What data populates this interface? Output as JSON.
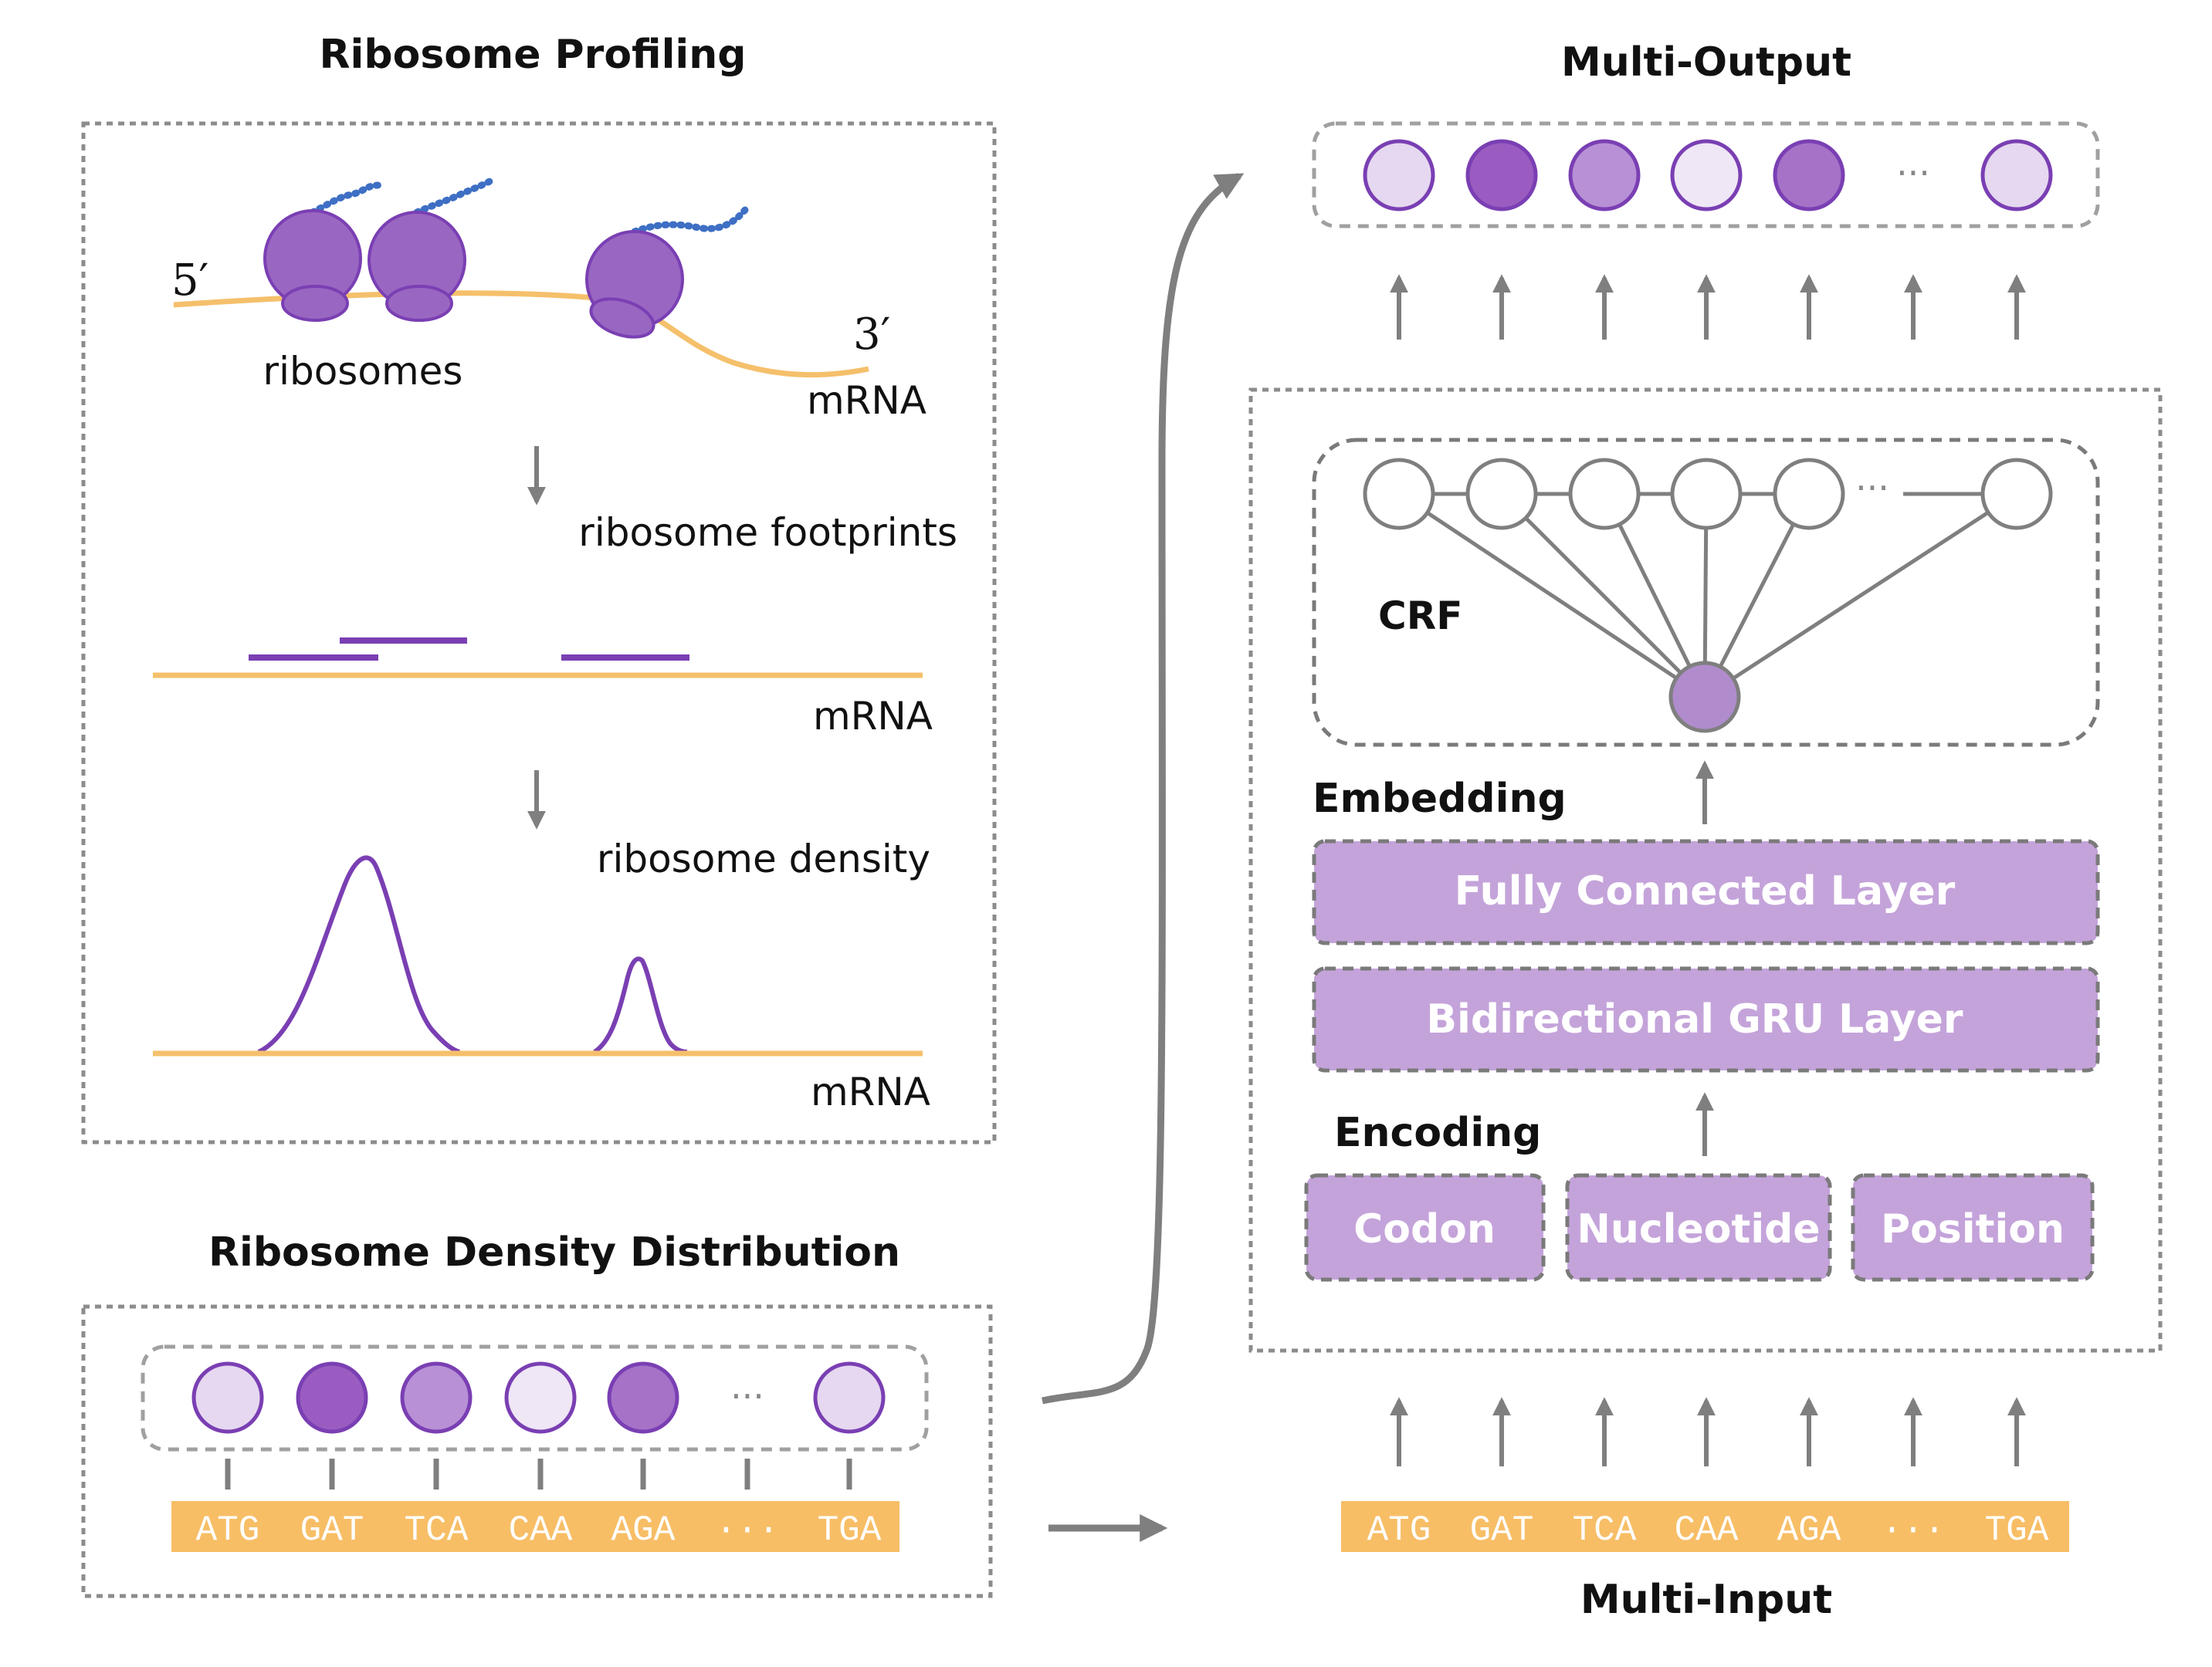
{
  "colors": {
    "purple_dark": "#7a3fb3",
    "purple_box": "#c4a3da",
    "mrna_orange": "#f5c06b",
    "seq_bar": "#f7be66",
    "arrow_gray": "#7f7f7f",
    "border_gray": "#8c8c8c",
    "ribosome_fill": "#9966c2",
    "trna_blue": "#3e6fc4",
    "circle_shades": [
      "#e6d8f0",
      "#9a5cc0",
      "#b890d6",
      "#efe6f6",
      "#a672c8",
      "#e6d8f0"
    ]
  },
  "profiling": {
    "title": "Ribosome Profiling",
    "five_prime": "5′",
    "three_prime": "3′",
    "ribosomes_label": "ribosomes",
    "mrna_label_1": "mRNA",
    "footprints_label": "ribosome footprints",
    "mrna_label_2": "mRNA",
    "density_label": "ribosome density",
    "mrna_label_3": "mRNA"
  },
  "distribution": {
    "title": "Ribosome Density Distribution",
    "ellipsis": "···",
    "codons": [
      "ATG",
      "GAT",
      "TCA",
      "CAA",
      "AGA",
      "···",
      "TGA"
    ]
  },
  "model": {
    "output_title": "Multi-Output",
    "output_ellipsis": "···",
    "crf_label": "CRF",
    "crf_ellipsis": "···",
    "embedding_label": "Embedding",
    "fc_layer": "Fully Connected Layer",
    "gru_layer": "Bidirectional GRU Layer",
    "encoding_label": "Encoding",
    "enc_codon": "Codon",
    "enc_nucleotide": "Nucleotide",
    "enc_position": "Position",
    "input_codons": [
      "ATG",
      "GAT",
      "TCA",
      "CAA",
      "AGA",
      "···",
      "TGA"
    ],
    "input_title": "Multi-Input"
  }
}
